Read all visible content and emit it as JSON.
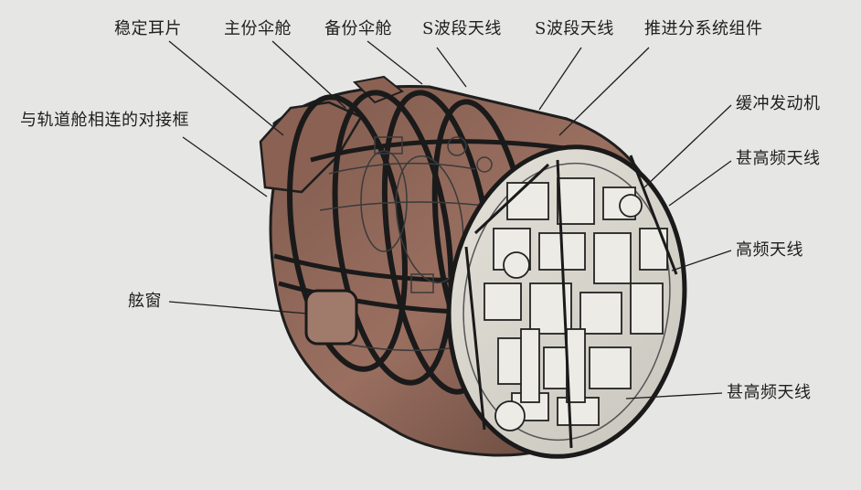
{
  "labels": {
    "stabilizer_lug": "稳定耳片",
    "main_parachute": "主份伞舱",
    "backup_parachute": "备份伞舱",
    "s_band_antenna_1": "S波段天线",
    "s_band_antenna_2": "S波段天线",
    "propulsion_components": "推进分系统组件",
    "docking_frame": "与轨道舱相连的对接框",
    "buffer_engine": "缓冲发动机",
    "vhf_antenna_top": "甚高频天线",
    "hf_antenna": "高频天线",
    "porthole": "舷窗",
    "vhf_antenna_bottom": "甚高频天线"
  },
  "colors": {
    "background": "#e6e6e4",
    "hull_brown": "#9a6f60",
    "hull_dark": "#2a2a2a",
    "interior_light": "#d8d6cf",
    "leader_line": "#1e1e1e"
  }
}
